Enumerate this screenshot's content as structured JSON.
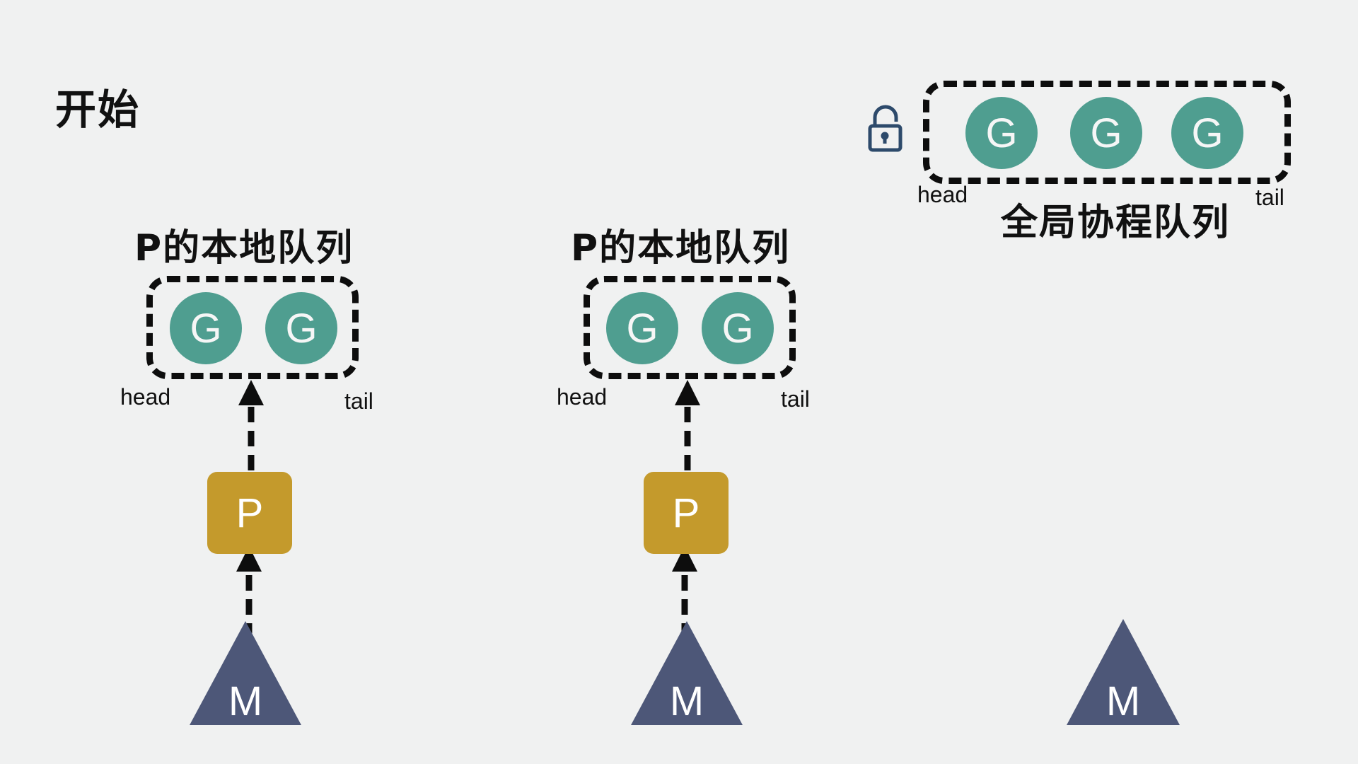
{
  "title": "开始",
  "local_queue_label": "P的本地队列",
  "global_queue_label": "全局协程队列",
  "head_label": "head",
  "tail_label": "tail",
  "goroutine_label": "G",
  "processor_label": "P",
  "machine_label": "M",
  "lock_icon": "unlocked-padlock-icon",
  "colors": {
    "goroutine": "#4f9e90",
    "processor": "#c49a2c",
    "machine": "#4d5778",
    "lock": "#2d4a6b",
    "background": "#f0f1f1"
  }
}
